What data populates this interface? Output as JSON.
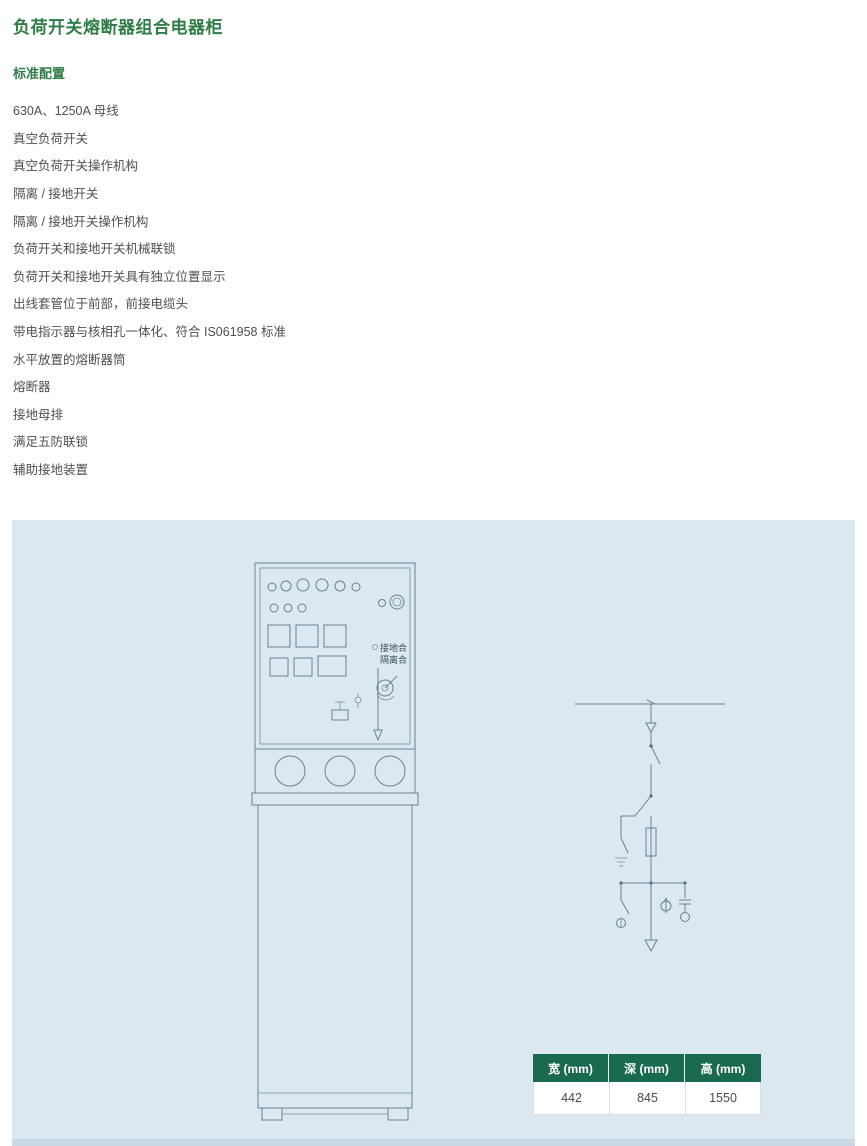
{
  "page": {
    "title": "负荷开关熔断器组合电器柜",
    "subtitle": "标准配置"
  },
  "features": [
    "630A、1250A 母线",
    "真空负荷开关",
    "真空负荷开关操作机构",
    "隔离 / 接地开关",
    "隔离 / 接地开关操作机构",
    "负荷开关和接地开关机械联锁",
    "负荷开关和接地开关具有独立位置显示",
    "出线套管位于前部，前接电缆头",
    "带电指示器与核相孔一体化、符合 IS061958 标准",
    "水平放置的熔断器筒",
    "熔断器",
    "接地母排",
    "满足五防联锁",
    "辅助接地装置"
  ],
  "drawing": {
    "labels": {
      "earth_closed": "接地合",
      "isolate_closed": "隔离合"
    }
  },
  "spec_table": {
    "headers": [
      "宽 (mm)",
      "深 (mm)",
      "高 (mm)"
    ],
    "values": [
      "442",
      "845",
      "1550"
    ]
  },
  "colors": {
    "accent_green": "#2e7d46",
    "table_header_green": "#1a6a4f",
    "panel_bg": "#dce8f1",
    "body_text": "#4f4f4f",
    "drawing_line": "#6e7f8a"
  }
}
